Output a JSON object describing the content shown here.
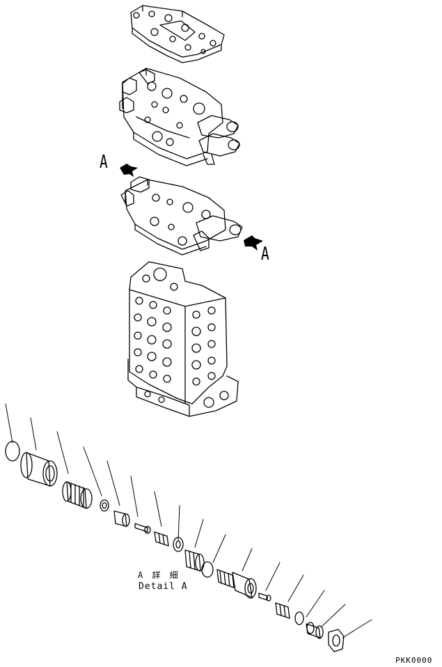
{
  "callout": "A",
  "detail_title_jp": "A 詳 細",
  "detail_title_en": "Detail A",
  "drawing_code": "PKK0000",
  "colors": {
    "line": "#000000",
    "background": "#ffffff",
    "arrow": "#000000"
  }
}
